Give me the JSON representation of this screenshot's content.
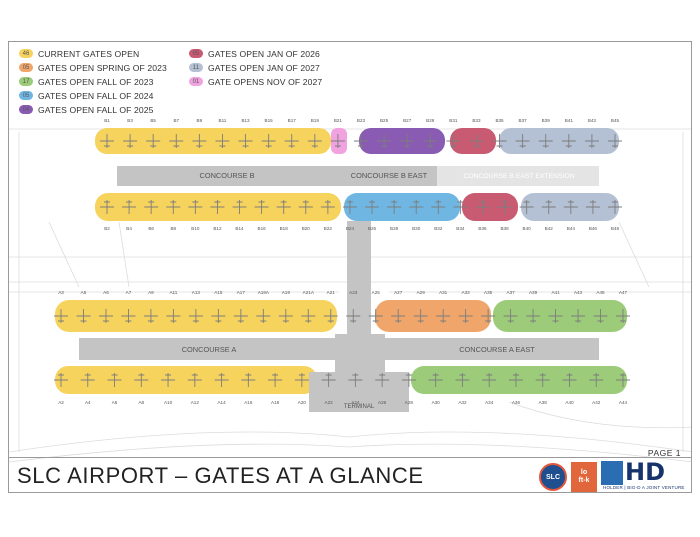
{
  "legend": [
    {
      "count": "46",
      "label": "CURRENT GATES OPEN",
      "color": "#f6d35c"
    },
    {
      "count": "05",
      "label": "GATES OPEN SPRING OF 2023",
      "color": "#f0a66b"
    },
    {
      "count": "17",
      "label": "GATES OPEN FALL OF 2023",
      "color": "#9ccc7a"
    },
    {
      "count": "05",
      "label": "GATES OPEN FALL OF 2024",
      "color": "#6fb6e3"
    },
    {
      "count": "04",
      "label": "GATES OPEN FALL OF 2025",
      "color": "#8a5bb3"
    },
    {
      "count": "05",
      "label": "GATES OPEN JAN OF 2026",
      "color": "#c85a72"
    },
    {
      "count": "11",
      "label": "GATES OPEN JAN OF 2027",
      "color": "#b4c0d4"
    },
    {
      "count": "01",
      "label": "GATE OPENS NOV OF 2027",
      "color": "#f1a3e0"
    }
  ],
  "concourses": {
    "b": "CONCOURSE B",
    "b_east": "CONCOURSE B EAST",
    "b_east_ext": "CONCOURSE B EAST EXTENSION",
    "a": "CONCOURSE A",
    "a_east": "CONCOURSE A EAST",
    "terminal": "TERMINAL"
  },
  "gates": {
    "b_top": [
      "B1",
      "B3",
      "B5",
      "B7",
      "B9",
      "B11",
      "B13",
      "B15",
      "B17",
      "B19",
      "B21",
      "B23",
      "B25",
      "B27",
      "B29",
      "B31",
      "B33",
      "B35",
      "B37",
      "B39",
      "B41",
      "B43",
      "B45"
    ],
    "b_bottom": [
      "B2",
      "B4",
      "B6",
      "B8",
      "B10",
      "B12",
      "B14",
      "B16",
      "B18",
      "B20",
      "B22",
      "B24",
      "B26",
      "B28",
      "B30",
      "B32",
      "B34",
      "B36",
      "B38",
      "B40",
      "B42",
      "B44",
      "B46",
      "B48"
    ],
    "a_top": [
      "A3",
      "A5",
      "A6",
      "A7",
      "A9",
      "A11",
      "A13",
      "A15",
      "A17",
      "A19A",
      "A19",
      "A21A",
      "A21",
      "A23",
      "A25",
      "A27",
      "A29",
      "A31",
      "A33",
      "A35",
      "A37",
      "A39",
      "A41",
      "A43",
      "A45",
      "A47"
    ],
    "a_bottom": [
      "A2",
      "A4",
      "A6",
      "A8",
      "A10",
      "A12",
      "A14",
      "A16",
      "A18",
      "A20",
      "A22",
      "A24",
      "A26",
      "A28",
      "A30",
      "A32",
      "A34",
      "A36",
      "A38",
      "A40",
      "A42",
      "A44"
    ]
  },
  "page_label": "PAGE 1",
  "title": "SLC AIRPORT – GATES AT A GLANCE",
  "logos": {
    "slc": "SLC",
    "ltk_line1": "lo",
    "ltk_line2": "ft-k",
    "hd": "HD",
    "hd_sub": "HOLDER | BIG-D A JOINT VENTURE"
  }
}
